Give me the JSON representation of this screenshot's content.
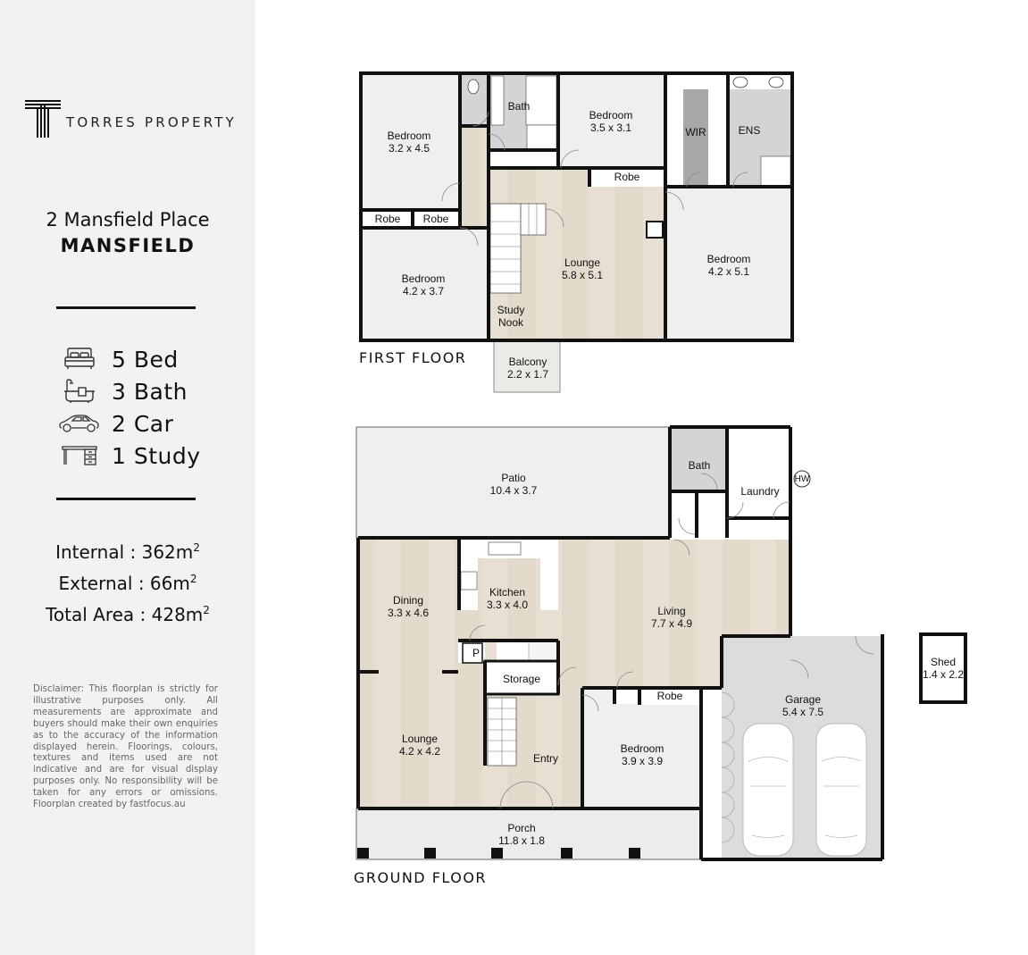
{
  "brand": {
    "name": "TORRES PROPERTY",
    "logo_icon": "t-monogram-icon"
  },
  "property": {
    "street": "2 Mansfield Place",
    "suburb": "MANSFIELD"
  },
  "features": [
    {
      "icon": "bed-icon",
      "label": "5 Bed"
    },
    {
      "icon": "bathtub-icon",
      "label": "3 Bath"
    },
    {
      "icon": "car-icon",
      "label": "2 Car"
    },
    {
      "icon": "desk-icon",
      "label": "1 Study"
    }
  ],
  "areas": {
    "internal": {
      "label": "Internal : 362m",
      "unit_sup": "2"
    },
    "external": {
      "label": "External : 66m",
      "unit_sup": "2"
    },
    "total": {
      "label": "Total Area : 428m",
      "unit_sup": "2"
    }
  },
  "disclaimer": "Disclaimer: This floorplan is strictly for illustrative purposes only. All measurements are approximate and buyers should make their own enquiries as to the accuracy of the information displayed herein. Floorings, colours, textures and items used are not indicative and are for visual display purposes only. No responsibility will be taken for any errors or omissions. Floorplan created by fastfocus.au",
  "colors": {
    "sidebar_bg": "#f2f2f2",
    "wall": "#111111",
    "wood_floor": "#e3dbcc",
    "tile_floor": "#d2d2d2",
    "carpet": "#efefef",
    "wir": "#a8a8a8",
    "garage": "#dcdcdc"
  },
  "first_floor": {
    "label": "FIRST FLOOR",
    "rooms": [
      {
        "name": "Bedroom",
        "size": "3.2 x 4.5"
      },
      {
        "name": "Bath",
        "size": ""
      },
      {
        "name": "Bedroom",
        "size": "3.5 x 3.1"
      },
      {
        "name": "WIR",
        "size": ""
      },
      {
        "name": "ENS",
        "size": ""
      },
      {
        "name": "Robe",
        "size": ""
      },
      {
        "name": "Robe",
        "size": ""
      },
      {
        "name": "Robe",
        "size": ""
      },
      {
        "name": "Bedroom",
        "size": "4.2 x 3.7"
      },
      {
        "name": "Lounge",
        "size": "5.8 x 5.1"
      },
      {
        "name": "Study",
        "size": "Nook"
      },
      {
        "name": "Bedroom",
        "size": "4.2 x 5.1"
      },
      {
        "name": "Balcony",
        "size": "2.2 x 1.7"
      }
    ]
  },
  "ground_floor": {
    "label": "GROUND FLOOR",
    "rooms": [
      {
        "name": "Patio",
        "size": "10.4 x 3.7"
      },
      {
        "name": "Bath",
        "size": ""
      },
      {
        "name": "Laundry",
        "size": ""
      },
      {
        "name": "HW",
        "size": ""
      },
      {
        "name": "Dining",
        "size": "3.3 x 4.6"
      },
      {
        "name": "Kitchen",
        "size": "3.3 x 4.0"
      },
      {
        "name": "Living",
        "size": "7.7 x 4.9"
      },
      {
        "name": "P",
        "size": ""
      },
      {
        "name": "Storage",
        "size": ""
      },
      {
        "name": "Robe",
        "size": ""
      },
      {
        "name": "Lounge",
        "size": "4.2 x 4.2"
      },
      {
        "name": "Entry",
        "size": ""
      },
      {
        "name": "Bedroom",
        "size": "3.9 x 3.9"
      },
      {
        "name": "Garage",
        "size": "5.4 x 7.5"
      },
      {
        "name": "Porch",
        "size": "11.8 x 1.8"
      },
      {
        "name": "Shed",
        "size": "1.4 x 2.2"
      }
    ]
  }
}
